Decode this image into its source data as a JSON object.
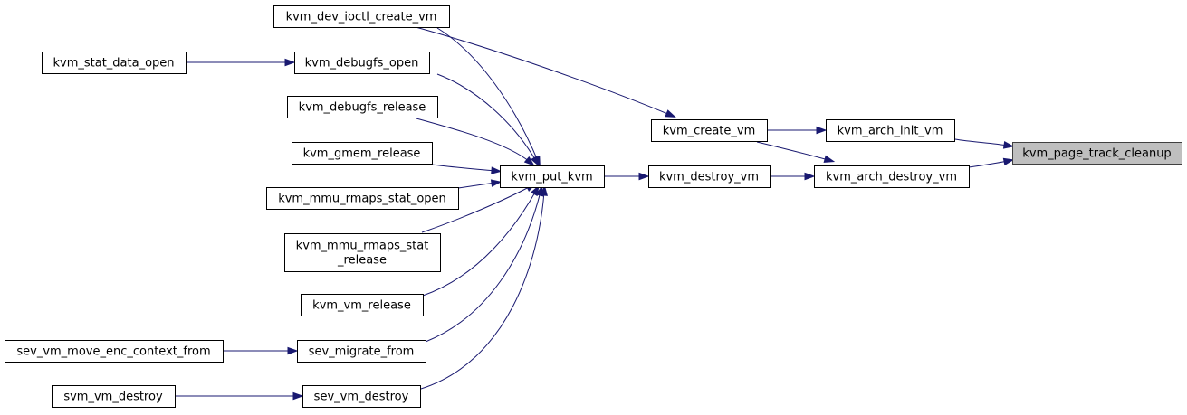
{
  "diagram": {
    "colors": {
      "edge": "#191970",
      "root_fill": "#bfbfbf",
      "node_fill": "#ffffff",
      "node_border": "#000000"
    },
    "nodes": [
      {
        "id": "kvm_dev_ioctl_create_vm",
        "lines": [
          "kvm_dev_ioctl_create_vm"
        ]
      },
      {
        "id": "kvm_stat_data_open",
        "lines": [
          "kvm_stat_data_open"
        ]
      },
      {
        "id": "kvm_debugfs_open",
        "lines": [
          "kvm_debugfs_open"
        ]
      },
      {
        "id": "kvm_debugfs_release",
        "lines": [
          "kvm_debugfs_release"
        ]
      },
      {
        "id": "kvm_gmem_release",
        "lines": [
          "kvm_gmem_release"
        ]
      },
      {
        "id": "kvm_mmu_rmaps_stat_open",
        "lines": [
          "kvm_mmu_rmaps_stat_open"
        ]
      },
      {
        "id": "kvm_mmu_rmaps_stat_release",
        "lines": [
          "kvm_mmu_rmaps_stat",
          "_release"
        ]
      },
      {
        "id": "kvm_vm_release",
        "lines": [
          "kvm_vm_release"
        ]
      },
      {
        "id": "sev_vm_move_enc_context_from",
        "lines": [
          "sev_vm_move_enc_context_from"
        ]
      },
      {
        "id": "sev_migrate_from",
        "lines": [
          "sev_migrate_from"
        ]
      },
      {
        "id": "svm_vm_destroy",
        "lines": [
          "svm_vm_destroy"
        ]
      },
      {
        "id": "sev_vm_destroy",
        "lines": [
          "sev_vm_destroy"
        ]
      },
      {
        "id": "kvm_put_kvm",
        "lines": [
          "kvm_put_kvm"
        ]
      },
      {
        "id": "kvm_destroy_vm",
        "lines": [
          "kvm_destroy_vm"
        ]
      },
      {
        "id": "kvm_create_vm",
        "lines": [
          "kvm_create_vm"
        ]
      },
      {
        "id": "kvm_arch_init_vm",
        "lines": [
          "kvm_arch_init_vm"
        ]
      },
      {
        "id": "kvm_arch_destroy_vm",
        "lines": [
          "kvm_arch_destroy_vm"
        ]
      },
      {
        "id": "kvm_page_track_cleanup",
        "lines": [
          "kvm_page_track_cleanup"
        ],
        "root": true
      }
    ],
    "edges": [
      {
        "from": "kvm_arch_init_vm",
        "to": "kvm_page_track_cleanup"
      },
      {
        "from": "kvm_arch_destroy_vm",
        "to": "kvm_page_track_cleanup"
      },
      {
        "from": "kvm_create_vm",
        "to": "kvm_arch_init_vm"
      },
      {
        "from": "kvm_create_vm",
        "to": "kvm_arch_destroy_vm"
      },
      {
        "from": "kvm_destroy_vm",
        "to": "kvm_arch_destroy_vm"
      },
      {
        "from": "kvm_dev_ioctl_create_vm",
        "to": "kvm_create_vm"
      },
      {
        "from": "kvm_put_kvm",
        "to": "kvm_destroy_vm"
      },
      {
        "from": "kvm_dev_ioctl_create_vm",
        "to": "kvm_put_kvm"
      },
      {
        "from": "kvm_debugfs_open",
        "to": "kvm_put_kvm"
      },
      {
        "from": "kvm_debugfs_release",
        "to": "kvm_put_kvm"
      },
      {
        "from": "kvm_gmem_release",
        "to": "kvm_put_kvm"
      },
      {
        "from": "kvm_mmu_rmaps_stat_open",
        "to": "kvm_put_kvm"
      },
      {
        "from": "kvm_mmu_rmaps_stat_release",
        "to": "kvm_put_kvm"
      },
      {
        "from": "kvm_vm_release",
        "to": "kvm_put_kvm"
      },
      {
        "from": "sev_migrate_from",
        "to": "kvm_put_kvm"
      },
      {
        "from": "sev_vm_destroy",
        "to": "kvm_put_kvm"
      },
      {
        "from": "kvm_stat_data_open",
        "to": "kvm_debugfs_open"
      },
      {
        "from": "sev_vm_move_enc_context_from",
        "to": "sev_migrate_from"
      },
      {
        "from": "svm_vm_destroy",
        "to": "sev_vm_destroy"
      }
    ]
  }
}
